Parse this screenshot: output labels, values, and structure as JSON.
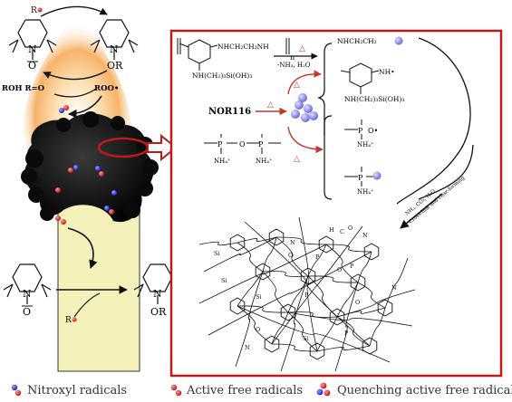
{
  "colors": {
    "frame": "#b91c1c",
    "arrow_red": "#c0392b",
    "nitroxyl_blue": "#2b2bd8",
    "radical_red": "#d42222",
    "char": "#111111",
    "candle": "#f3f0b8",
    "flame": "#f5b562"
  },
  "left": {
    "radical_R_top": "R•",
    "N_top_left": "N",
    "O_top_left": "O",
    "N_top_right": "N",
    "OR_top_right": "OR",
    "roh_label": "ROH R=O",
    "roo_label": "ROO•",
    "N_bottom_left": "N",
    "O_bottom_left": "O",
    "N_bottom_right": "N",
    "OR_bottom_right": "OR",
    "radical_R_bottom": "R•"
  },
  "box": {
    "polymer_chain": "NHCH₂CH₂NH",
    "polymer_n": "n",
    "polymer_side": "NH(CH₂)₃Si(OH)₃",
    "conditions": "-NH₃, H₂O",
    "heat_symbol": "△",
    "product1_chain": "NHCH₂CH₂",
    "product2_radical": "NH•",
    "product2_side": "NH(CH₂)₃Si(OH)₃",
    "nor116": "NOR116",
    "app_P1": "P",
    "app_O_bridge": "O",
    "app_P2": "P",
    "app_NH4_1": "NH₄⁺",
    "app_NH4_2": "NH₄⁺",
    "prod3_P": "P",
    "prod3_O": "O•",
    "prod3_NH4": "NH₄⁺",
    "prod4_P": "P",
    "prod4_NH4": "NH₄⁺",
    "crosslink_label_1": "NH₃, CO₂, H₂O",
    "crosslink_label_2": "Cross-link and char-forming"
  },
  "network": {
    "si_label": "Si",
    "o_label": "O",
    "p_label": "P",
    "n_label": "N",
    "h_label": "H",
    "c_label": "C"
  },
  "legend": {
    "nitroxyl": "Nitroxyl radicals",
    "active": "Active free radicals",
    "quenching": "Quenching active free radicals"
  }
}
